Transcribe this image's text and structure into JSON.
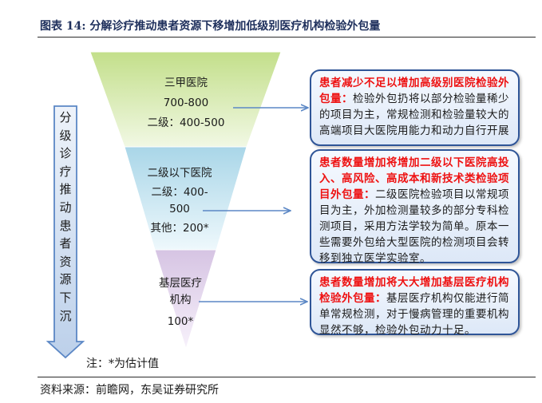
{
  "header": {
    "title": "图表 14:  分解诊疗推动患者资源下移增加低级别医疗机构检验外包量"
  },
  "side_arrow": {
    "label": "分级诊疗推动患者资源下沉"
  },
  "tiers": [
    {
      "lines": [
        "三甲医院",
        "700-800",
        "二级：400-500"
      ]
    },
    {
      "lines": [
        "二级以下医院",
        "二级：400-",
        "500",
        "其他：200*"
      ]
    },
    {
      "lines": [
        "基层医疗",
        "机构",
        "100*"
      ]
    }
  ],
  "boxes": [
    {
      "highlight": "患者减少不足以增加高级别医院检验外包量：",
      "body": "检验外包扔将以部分检验量稀少的项目为主，常规检测和检验量较大的高端项目大医院用能力和动力自行开展"
    },
    {
      "highlight": "患者数量增加将增加二级以下医院高投入、高风险、高成本和新技术类检验项目外包量：",
      "body": "二级医院检验项目以常规项目为主，外加检测量较多的部分专科检测项目，采用方法学较为简单。原本一些需要外包给大型医院的检测项目会转移到独立医学实验室。"
    },
    {
      "highlight": "患者数量增加将大大增加基层医疗机构检验外包量：",
      "body": "基层医疗机构仅能进行简单常规检测，对于慢病管理的重要机构显然不够，检验外包动力十足。"
    }
  ],
  "note": "注：*为估计值",
  "source": "资料来源：前瞻网，东吴证券研究所",
  "colors": {
    "title": "#1e2f5c",
    "highlight": "#ee1111",
    "box_border": "#2f5597",
    "arrow": "#5b87c5"
  }
}
